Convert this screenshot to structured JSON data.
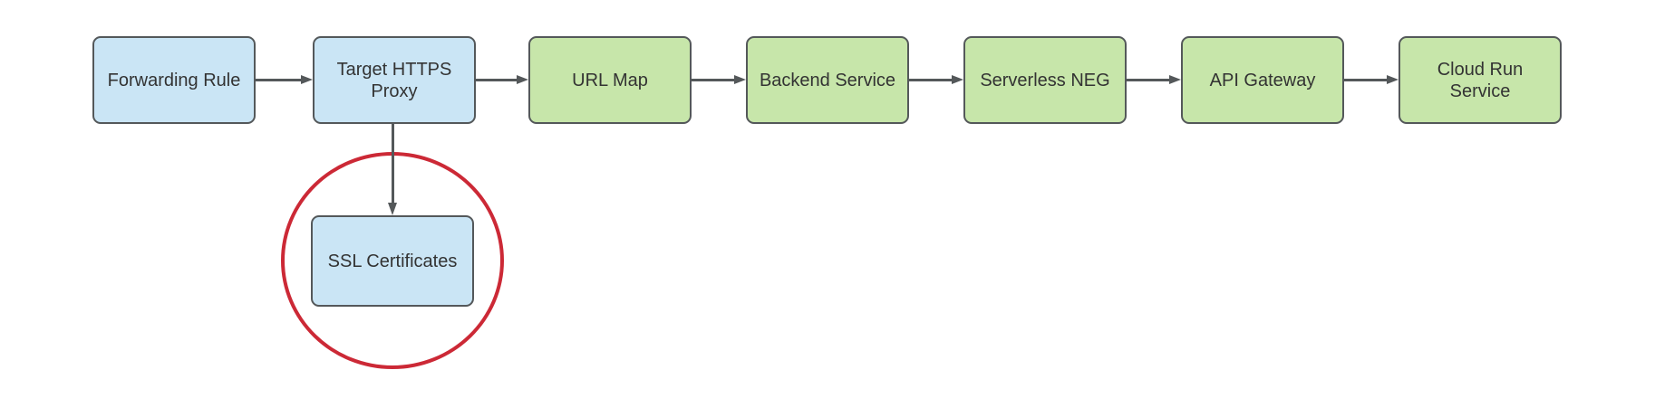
{
  "colors": {
    "canvas_bg": "#ffffff",
    "node_blue": "#cae5f5",
    "node_green": "#c7e6aa",
    "node_border": "#54585a",
    "connector": "#54585a",
    "highlight_red": "#cc2936",
    "text": "#333333"
  },
  "nodes": [
    {
      "id": "forwarding-rule",
      "label": "Forwarding Rule",
      "fill": "blue"
    },
    {
      "id": "target-https-proxy",
      "label": "Target HTTPS\nProxy",
      "fill": "blue"
    },
    {
      "id": "url-map",
      "label": "URL Map",
      "fill": "green"
    },
    {
      "id": "backend-service",
      "label": "Backend Service",
      "fill": "green"
    },
    {
      "id": "serverless-neg",
      "label": "Serverless NEG",
      "fill": "green"
    },
    {
      "id": "api-gateway",
      "label": "API Gateway",
      "fill": "green"
    },
    {
      "id": "cloud-run-service",
      "label": "Cloud Run\nService",
      "fill": "green"
    },
    {
      "id": "ssl-certificates",
      "label": "SSL Certificates",
      "fill": "blue"
    }
  ],
  "connectors": [
    {
      "from": "forwarding-rule",
      "to": "target-https-proxy",
      "direction": "right"
    },
    {
      "from": "target-https-proxy",
      "to": "url-map",
      "direction": "right"
    },
    {
      "from": "url-map",
      "to": "backend-service",
      "direction": "right"
    },
    {
      "from": "backend-service",
      "to": "serverless-neg",
      "direction": "right"
    },
    {
      "from": "serverless-neg",
      "to": "api-gateway",
      "direction": "right"
    },
    {
      "from": "api-gateway",
      "to": "cloud-run-service",
      "direction": "right"
    },
    {
      "from": "target-https-proxy",
      "to": "ssl-certificates",
      "direction": "down"
    }
  ],
  "annotations": [
    {
      "type": "circle-highlight",
      "around": "ssl-certificates"
    }
  ]
}
